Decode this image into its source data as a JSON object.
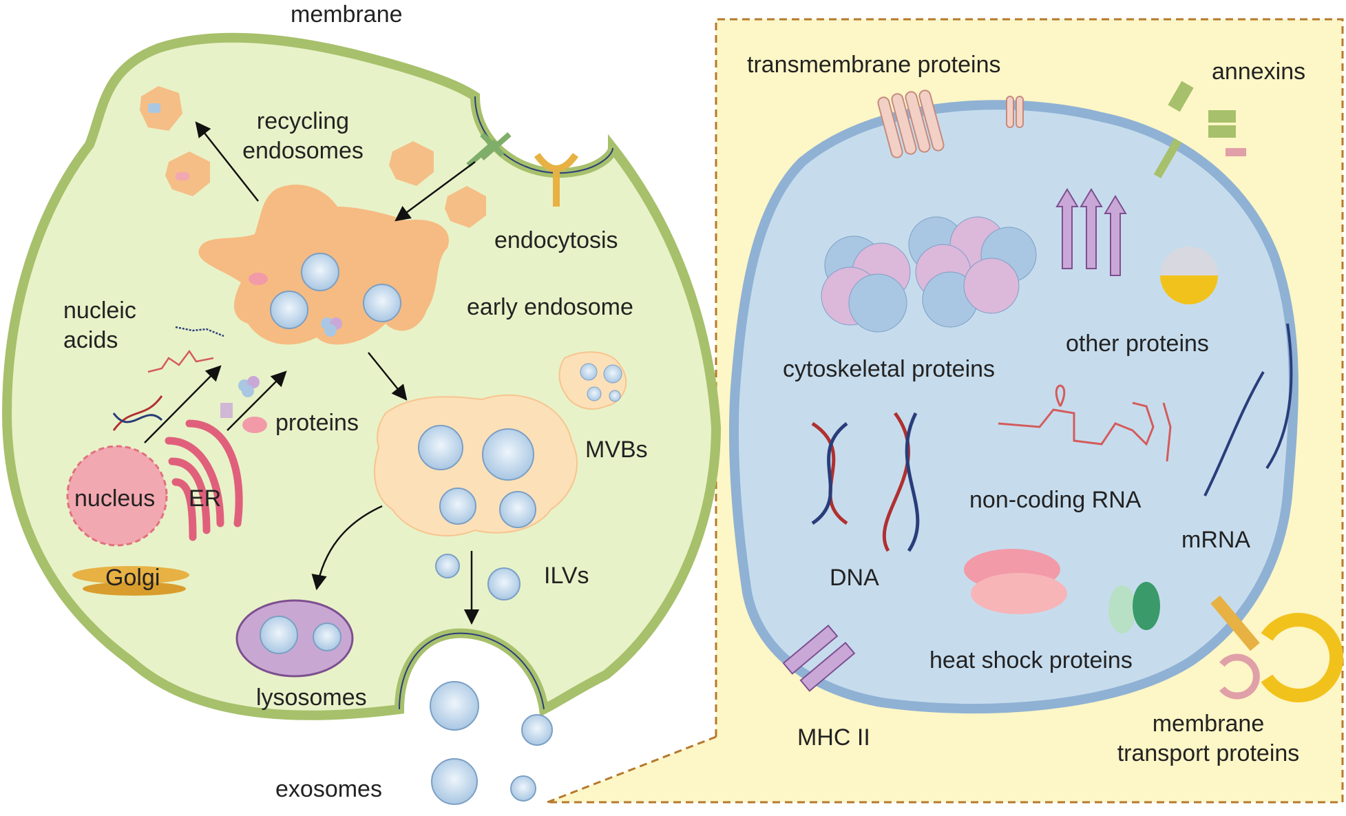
{
  "cell": {
    "membrane": "membrane",
    "recycling_endosomes": "recycling endosomes",
    "endocytosis": "endocytosis",
    "early_endosome": "early endosome",
    "nucleic_acids": "nucleic acids",
    "proteins": "proteins",
    "nucleus": "nucleus",
    "er": "ER",
    "golgi": "Golgi",
    "mvbs": "MVBs",
    "ilvs": "ILVs",
    "lysosomes": "lysosomes",
    "exosomes": "exosomes"
  },
  "exosome": {
    "transmembrane_proteins": "transmembrane proteins",
    "annexins": "annexins",
    "cytoskeletal_proteins": "cytoskeletal proteins",
    "other_proteins": "other proteins",
    "dna": "DNA",
    "non_coding_rna": "non-coding RNA",
    "mrna": "mRNA",
    "heat_shock_proteins": "heat shock proteins",
    "mhc_ii": "MHC II",
    "membrane_transport_proteins": "membrane transport proteins"
  },
  "colors": {
    "cell_fill": "#e8f2c8",
    "cell_membrane": "#a7c06b",
    "endosome": "#f7b57a",
    "nucleus": "#f2a8b0",
    "er": "#e0607c",
    "golgi": "#e7b143",
    "lysosome": "#c8a8d2",
    "zoom_panel": "#fdf6c6",
    "zoom_border": "#b5792e",
    "exosome_fill": "#c6dced",
    "exosome_membrane": "#8fb1d4"
  }
}
